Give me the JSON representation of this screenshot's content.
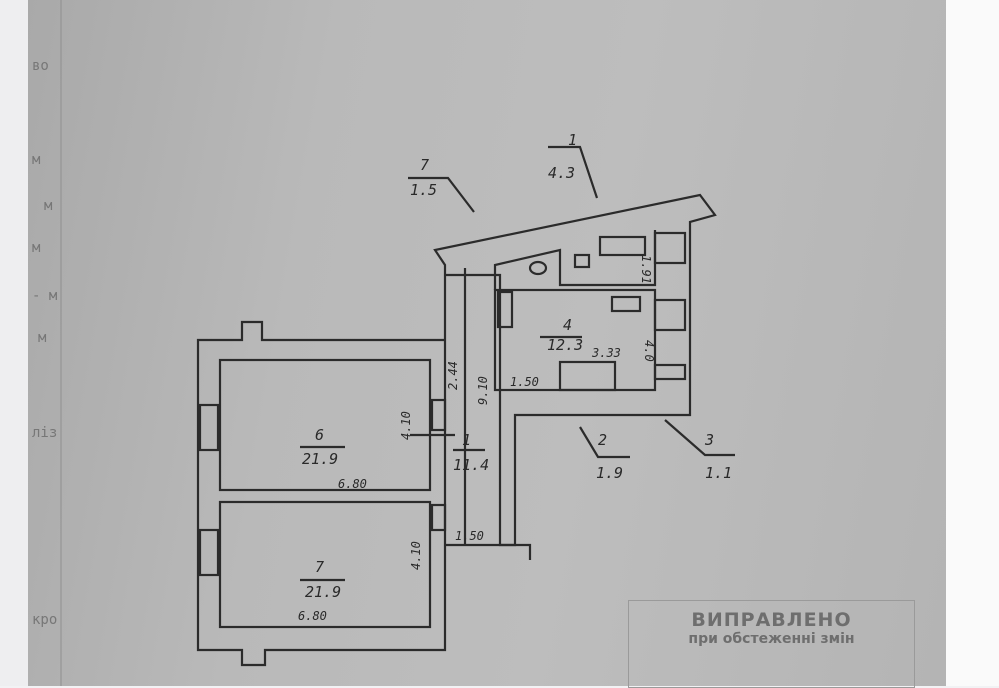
{
  "margin_fragments": [
    "во",
    "м",
    "м",
    "м",
    "- м",
    "м",
    "ліз",
    "кро"
  ],
  "rooms": [
    {
      "num": "7",
      "area": "1.5"
    },
    {
      "num": "1",
      "area": "4.3"
    },
    {
      "num": "2",
      "area": "1.9"
    },
    {
      "num": "3",
      "area": "1.1"
    },
    {
      "num": "4",
      "area": "12.3"
    },
    {
      "num": "6",
      "area": "21.9"
    },
    {
      "num": "7",
      "area": "21.9"
    },
    {
      "num": "1",
      "area": "11.4"
    }
  ],
  "dimensions": {
    "room6_width": "6.80",
    "room6_depth": "4.10",
    "room7_width": "6.80",
    "room7_depth": "4.10",
    "corridor_width": "1.50",
    "corridor_length": "9.10",
    "corridor_side": "2.44",
    "kitchen_width": "3.33",
    "kitchen_depth": "4.0",
    "bath_len": "1.91",
    "kitchen_niche": "1.50"
  },
  "stamp": {
    "line1": "ВИПРАВЛЕНО",
    "line2": "при обстеженні змін"
  }
}
